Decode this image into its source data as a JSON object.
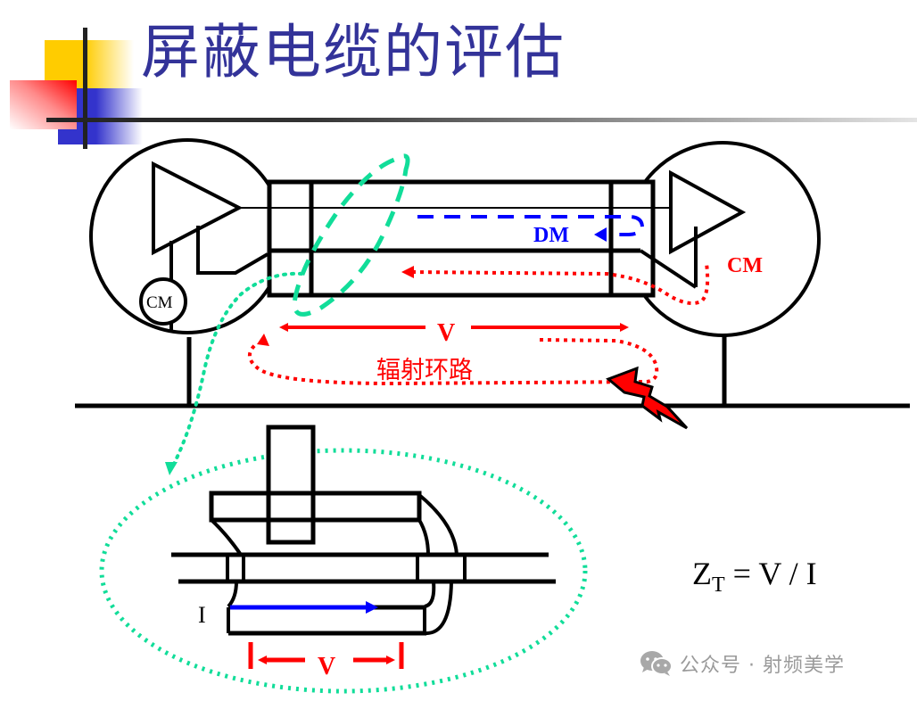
{
  "slide": {
    "title": "屏蔽电缆的评估",
    "title_color": "#333399"
  },
  "top_diagram": {
    "labels": {
      "cm_source": "CM",
      "dm": "DM",
      "cm_right": "CM",
      "voltage": "V",
      "radiation_loop": "辐射环路"
    },
    "colors": {
      "dm": "#0000ff",
      "cm": "#ff0000",
      "highlight": "#11dd99",
      "outline": "#000000"
    },
    "icons": [
      "amplifier-left-icon",
      "amplifier-right-icon",
      "lightning-icon"
    ]
  },
  "detail_diagram": {
    "labels": {
      "current": "I",
      "voltage": "V"
    }
  },
  "formula": {
    "lhs_main": "Z",
    "lhs_sub": "T",
    "rhs": " = V / I"
  },
  "watermark": {
    "text": "公众号 · 射频美学",
    "icon": "wechat-icon"
  }
}
